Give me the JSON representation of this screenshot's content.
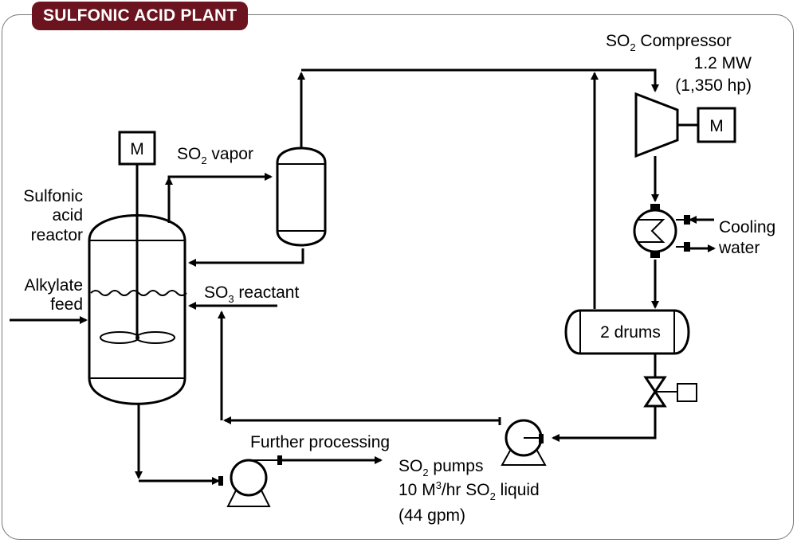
{
  "title": "SULFONIC ACID PLANT",
  "labels": {
    "compressor_name": "SO",
    "compressor_name_sub": "2",
    "compressor_name_rest": " Compressor",
    "compressor_power": "1.2 MW",
    "compressor_hp": "(1,350 hp)",
    "motor_compressor": "M",
    "motor_reactor": "M",
    "so2_vapor": "SO",
    "so2_vapor_sub": "2",
    "so2_vapor_rest": " vapor",
    "reactor_line1": "Sulfonic",
    "reactor_line2": "acid",
    "reactor_line3": "reactor",
    "feed_line1": "Alkylate",
    "feed_line2": "feed",
    "so3": "SO",
    "so3_sub": "3",
    "so3_rest": " reactant",
    "cooling_line1": "Cooling",
    "cooling_line2": "water",
    "drums": "2 drums",
    "further_processing": "Further processing",
    "pumps_line1": "SO",
    "pumps_line1_sub": "2",
    "pumps_line1_rest": " pumps",
    "pumps_line2_a": "10 M",
    "pumps_line2_sup": "3",
    "pumps_line2_b": "/hr SO",
    "pumps_line2_sub": "2",
    "pumps_line2_c": " liquid",
    "pumps_line3": "(44 gpm)"
  },
  "colors": {
    "title_bg": "#6b1420",
    "title_text": "#ffffff",
    "line": "#000000",
    "frame": "#777777"
  }
}
